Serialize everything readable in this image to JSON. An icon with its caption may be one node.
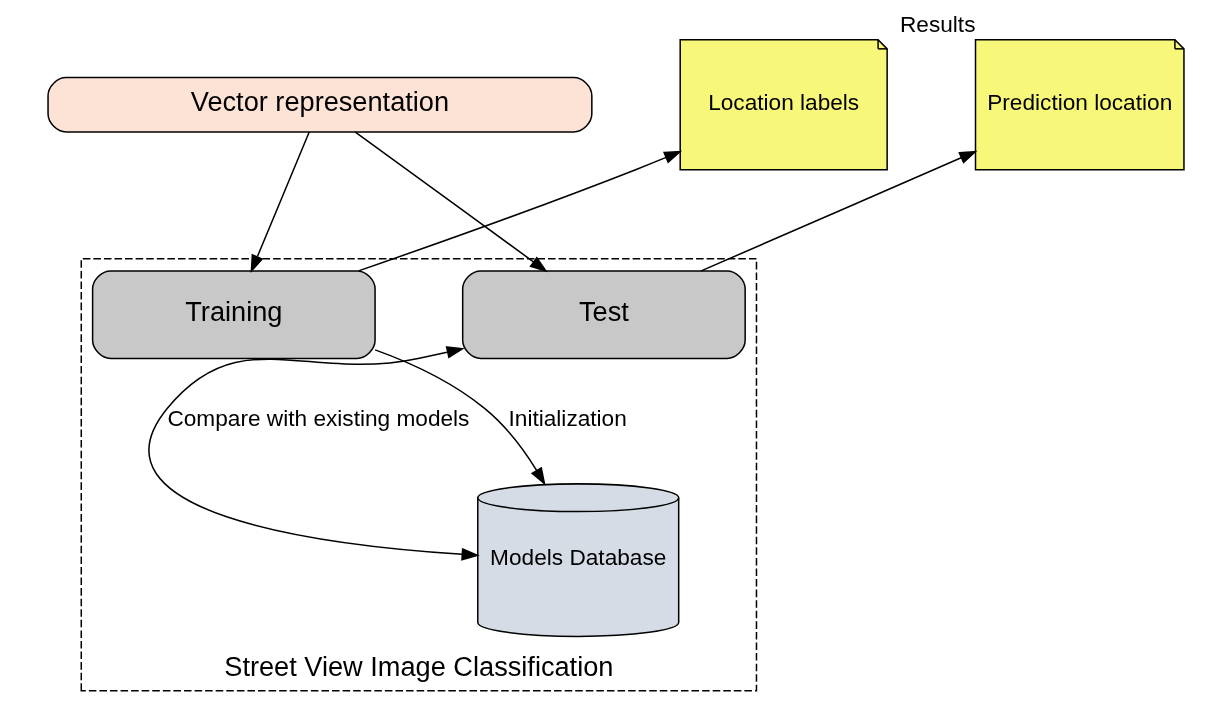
{
  "diagram": {
    "nodes": [
      {
        "text": [
          "Vector representation"
        ]
      },
      {
        "text": [
          "Street View Image Classification"
        ]
      },
      {
        "text": [
          "Training"
        ],
        "in": 1
      },
      {
        "text": [
          "Test"
        ],
        "in": 1
      },
      {
        "text": [
          "Models Database"
        ],
        "in": 1
      },
      {
        "text": [
          "Location labels"
        ]
      },
      {
        "text": [
          "Prediction location"
        ],
        "beside": [
          "Results"
        ]
      }
    ],
    "edges": [
      {
        "from": 0,
        "to": 2,
        "arrow": "to"
      },
      {
        "from": 0,
        "to": 3,
        "arrow": "to"
      },
      {
        "from": 2,
        "to": 5,
        "arrow": "to"
      },
      {
        "from": 3,
        "to": 6,
        "arrow": "to"
      },
      {
        "from": 2,
        "to": 4,
        "arrow": "to",
        "label": "Initialization"
      },
      {
        "from": 4,
        "to": 3,
        "arrow": "both",
        "label": "Compare with existing models"
      }
    ]
  }
}
